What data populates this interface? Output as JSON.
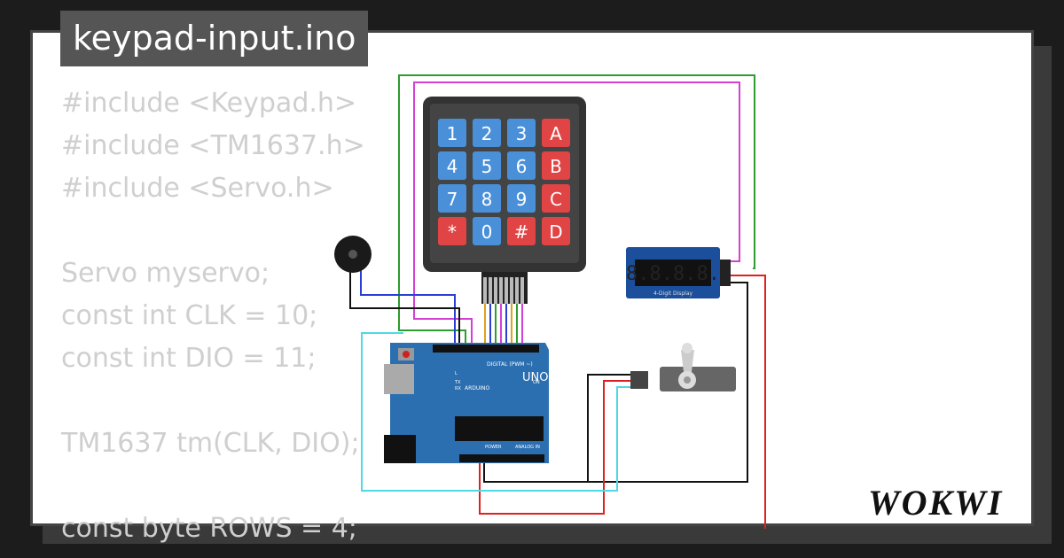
{
  "title": "keypad-input.ino",
  "code_lines": [
    "#include <Keypad.h>",
    "#include <TM1637.h>",
    "#include <Servo.h>",
    "",
    "Servo myservo;",
    "const int CLK = 10;",
    "const int DIO = 11;",
    "",
    "TM1637 tm(CLK, DIO);",
    "",
    "const byte ROWS = 4;"
  ],
  "keypad": {
    "keys": [
      "1",
      "2",
      "3",
      "A",
      "4",
      "5",
      "6",
      "B",
      "7",
      "8",
      "9",
      "C",
      "*",
      "0",
      "#",
      "D"
    ],
    "colors": {
      "number": "#4a90d9",
      "letter": "#e04444"
    }
  },
  "display": {
    "digits": "8.8.8.8.",
    "label": "4-Digit Display"
  },
  "arduino": {
    "brand": "ARDUINO",
    "model": "UNO",
    "digital_label": "DIGITAL (PWM ~)",
    "power_label": "POWER",
    "analog_label": "ANALOG IN",
    "on_label": "ON",
    "tx_label": "TX",
    "rx_label": "RX",
    "l_label": "L"
  },
  "brand": "WOKWI",
  "wire_colors": {
    "green": "#2e9c2e",
    "magenta": "#d43fd4",
    "blue": "#2a3fd6",
    "black": "#111111",
    "red": "#e02020",
    "cyan": "#4fd8e6"
  }
}
